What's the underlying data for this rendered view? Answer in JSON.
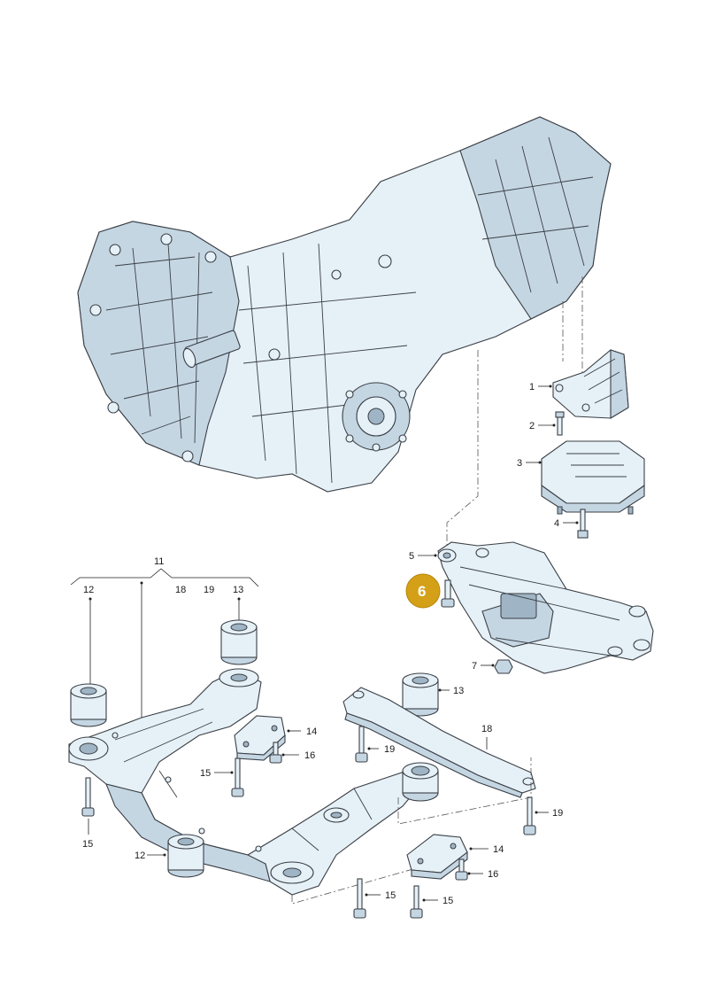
{
  "callouts": {
    "c1": "1",
    "c2": "2",
    "c3": "3",
    "c4": "4",
    "c5": "5",
    "c6": "6",
    "c7": "7",
    "c11": "11",
    "c12a": "12",
    "c12b": "12",
    "c13a": "13",
    "c13b": "13",
    "c14a": "14",
    "c14b": "14",
    "c15a": "15",
    "c15b": "15",
    "c15c": "15",
    "c15d": "15",
    "c16a": "16",
    "c16b": "16",
    "c18a": "18",
    "c18b": "18",
    "c19a": "19",
    "c19b": "19",
    "c19c": "19"
  },
  "highlight": {
    "color": "#d4a017"
  }
}
